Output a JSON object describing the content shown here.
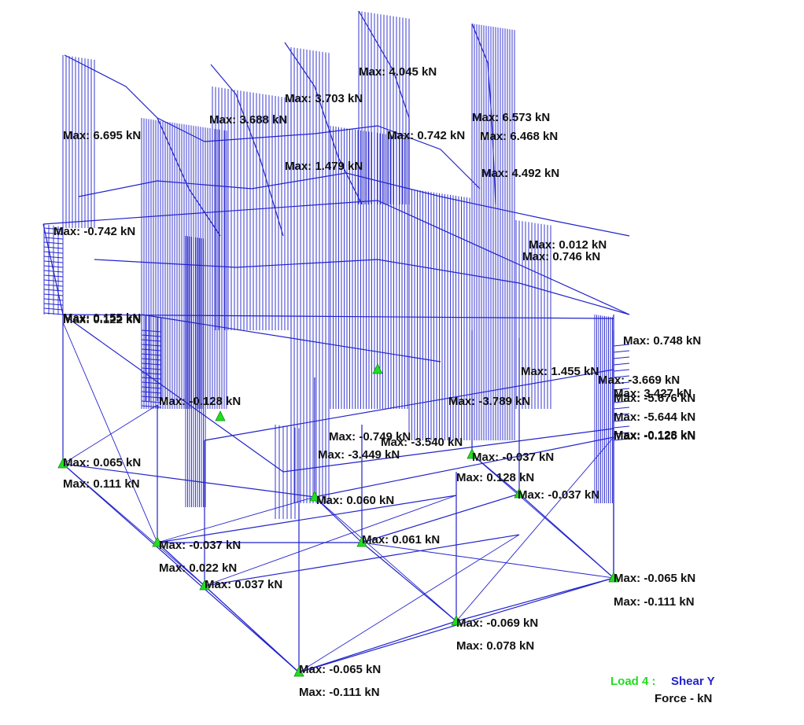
{
  "legend": {
    "load_case": "Load 4 :",
    "result_type": "Shear Y",
    "units": "Force - kN"
  },
  "colors": {
    "frame": "#2222cc",
    "support": "#22dd22",
    "label": "#111111",
    "background": "#ffffff"
  },
  "labels": [
    "Max: 4.045 kN",
    "Max: 3.703 kN",
    "Max: 3.688 kN",
    "Max: 6.573 kN",
    "Max: 0.742 kN",
    "Max: 6.468 kN",
    "Max: 6.695 kN",
    "Max: 4.492 kN",
    "Max: 1.479 kN",
    "Max: -0.742 kN",
    "Max: 0.746 kN",
    "Max: 0.012 kN",
    "Max: 0.748 kN",
    "Max: 0.155 kN",
    "Max: 0.122 kN",
    "Max: -5.676 kN",
    "Max: -3.669 kN",
    "Max: 3.427 kN",
    "Max: -5.644 kN",
    "Max: -0.128 kN",
    "Max: -0.125 kN",
    "Max: 1.455 kN",
    "Max: -3.789 kN",
    "Max: -0.749 kN",
    "Max: -3.449 kN",
    "Max: -3.540 kN",
    "Max: 0.065 kN",
    "Max: 0.111 kN",
    "Max: -0.037 kN",
    "Max: -0.037 kN",
    "Max: -0.037 kN",
    "Max: 0.022 kN",
    "Max: 0.037 kN",
    "Max: 0.060 kN",
    "Max: 0.061 kN",
    "Max: -0.065 kN",
    "Max: -0.111 kN",
    "Max: -0.065 kN",
    "Max: -0.111 kN",
    "Max: -0.069 kN",
    "Max: 0.078 kN",
    "Max: -0.128 kN",
    "Max: 0.128 kN"
  ]
}
